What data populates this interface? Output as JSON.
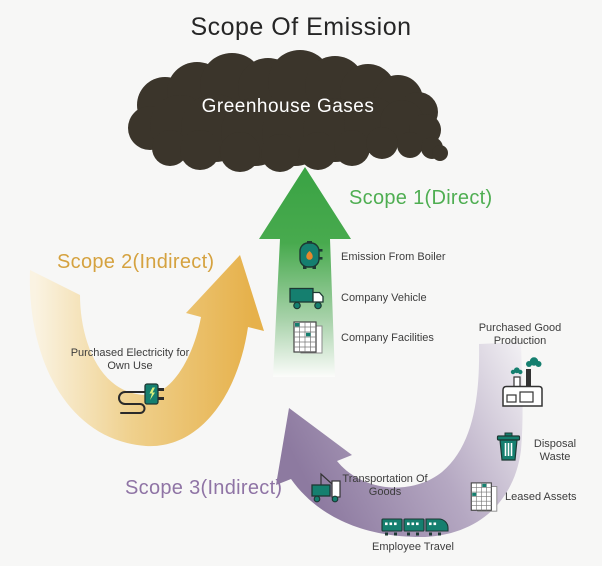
{
  "title": "Scope Of Emission",
  "cloud_label": "Greenhouse Gases",
  "colors": {
    "background": "#f7f7f6",
    "cloud": "#3b352b",
    "scope1_accent": "#4fae52",
    "scope2_accent": "#d5a23f",
    "scope3_accent": "#8f74a5",
    "icon_teal": "#157f6f",
    "label_text": "#3d3d3d",
    "title_text": "#262626",
    "cloud_text": "#ffffff"
  },
  "scope1": {
    "heading": "Scope 1(Direct)",
    "items": [
      {
        "label": "Emission From Boiler",
        "icon": "boiler-icon"
      },
      {
        "label": "Company Vehicle",
        "icon": "truck-icon"
      },
      {
        "label": "Company Facilities",
        "icon": "building-grid-icon"
      }
    ]
  },
  "scope2": {
    "heading": "Scope 2(Indirect)",
    "items": [
      {
        "label": "Purchased Electricity for Own Use",
        "icon": "power-plug-icon"
      }
    ]
  },
  "scope3": {
    "heading": "Scope 3(Indirect)",
    "items": [
      {
        "label": "Transportation Of Goods",
        "icon": "cargo-truck-icon"
      },
      {
        "label": "Employee Travel",
        "icon": "train-icon"
      },
      {
        "label": "Purchased Good Production",
        "icon": "factory-icon"
      },
      {
        "label": "Disposal Waste",
        "icon": "trash-bin-icon"
      },
      {
        "label": "Leased Assets",
        "icon": "building-grid-icon"
      }
    ]
  }
}
